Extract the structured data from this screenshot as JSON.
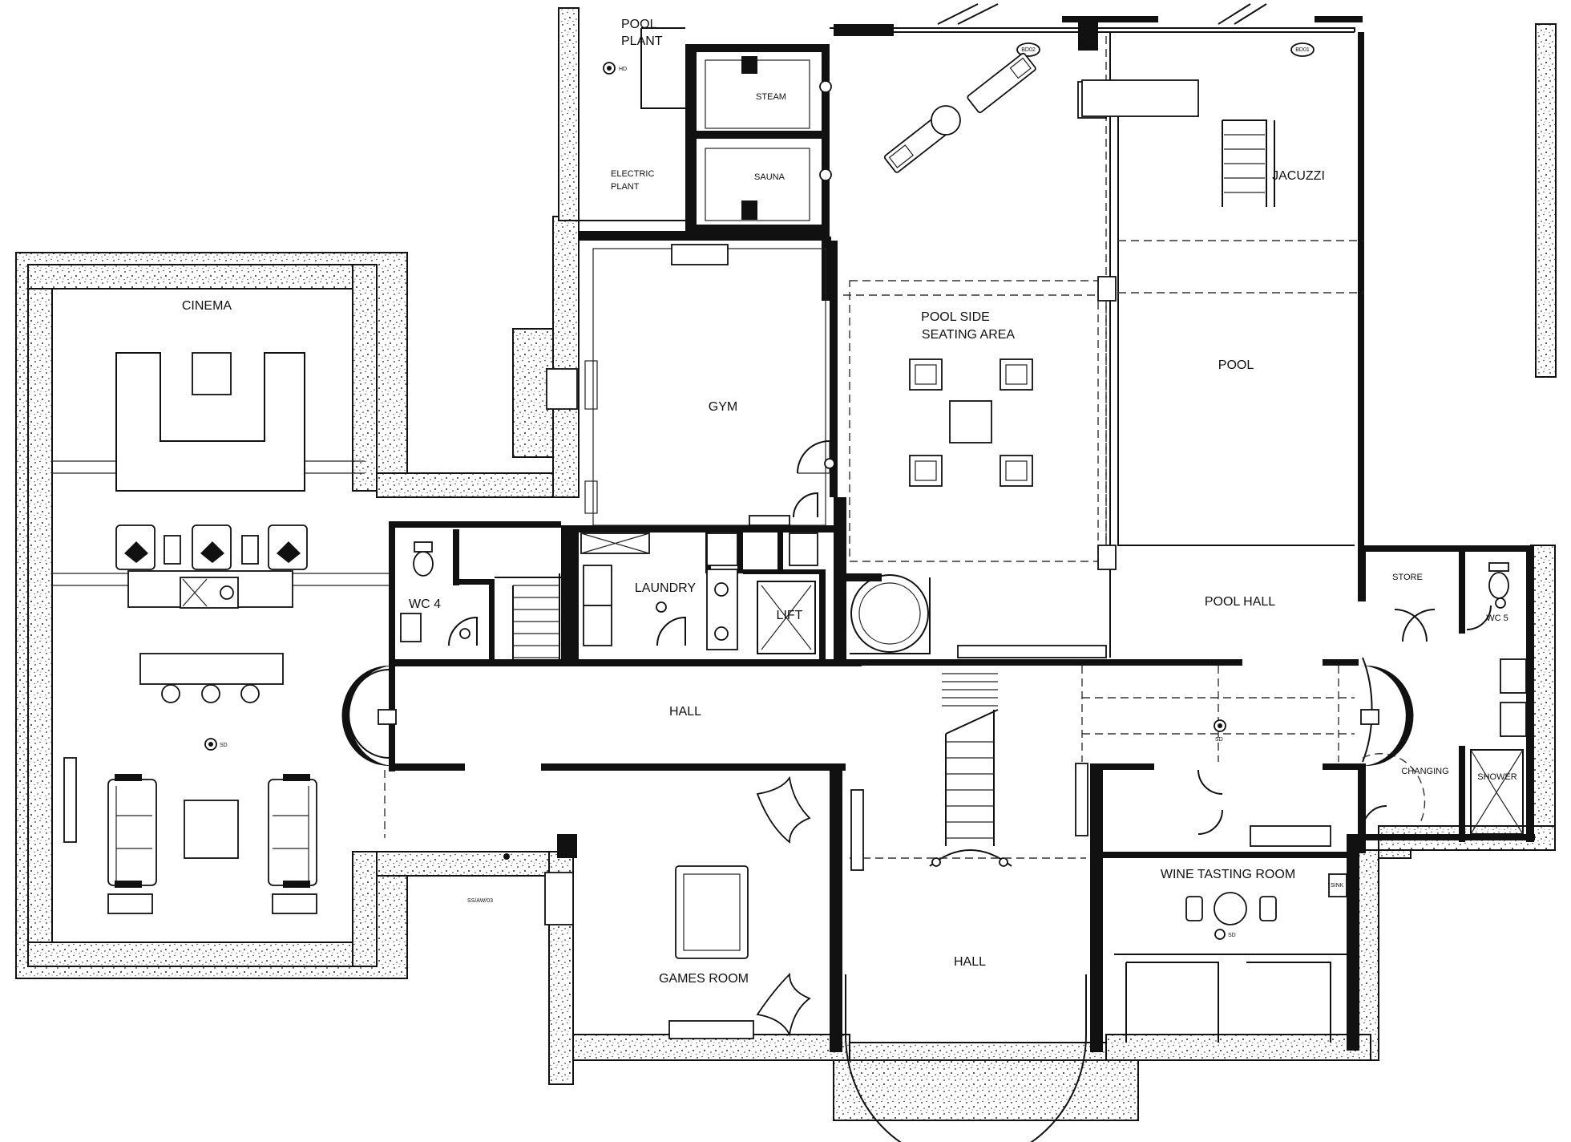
{
  "rooms": {
    "pool_plant": [
      "POOL",
      "PLANT"
    ],
    "pool_plant_tag": "HD",
    "electric_plant": [
      "ELECTRIC",
      "PLANT"
    ],
    "steam": "STEAM",
    "sauna": "SAUNA",
    "jacuzzi": "JACUZZI",
    "cinema": "CINEMA",
    "gym": "GYM",
    "pool_side": [
      "POOL SIDE",
      "SEATING AREA"
    ],
    "pool": "POOL",
    "store": "STORE",
    "wc4": "WC 4",
    "laundry": "LAUNDRY",
    "lift": "LIFT",
    "pool_hall": "POOL HALL",
    "wc5": "WC 5",
    "hall_upper": "HALL",
    "changing": "CHANGING",
    "shower": "SHOWER",
    "games_room": "GAMES  ROOM",
    "wine_tasting": "WINE TASTING ROOM",
    "hall_lower": "HALL"
  },
  "tags": {
    "bd02": "BD02",
    "bd01": "BD01",
    "sd_cinema": "SD",
    "sd_pool": "SD",
    "sd_wine": "SD",
    "section_mark": "SS/AW/03",
    "sink": "SINK"
  }
}
